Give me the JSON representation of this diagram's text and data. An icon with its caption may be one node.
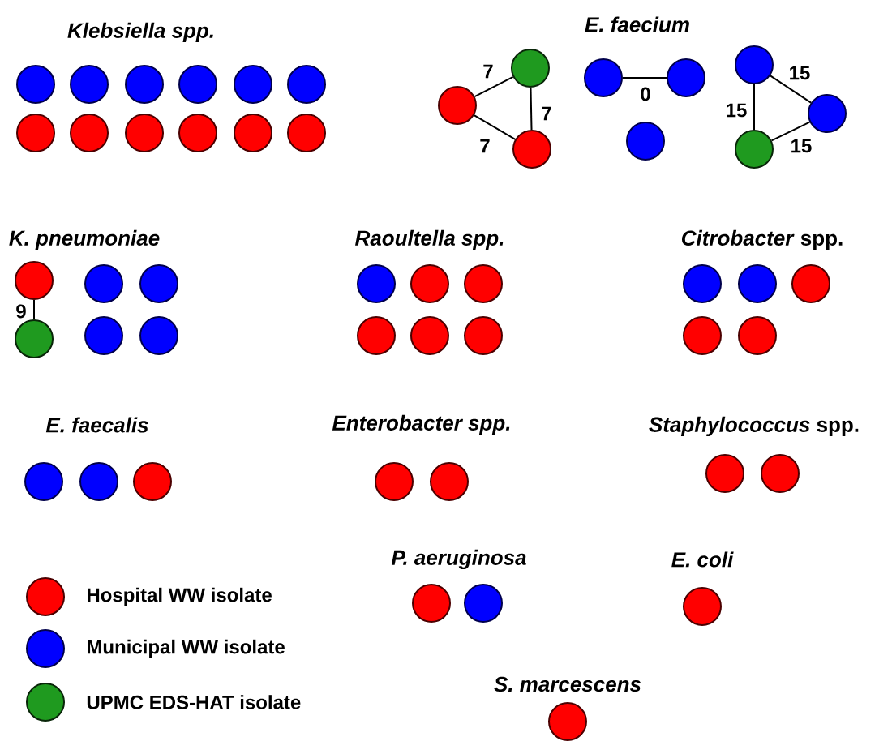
{
  "diagram": {
    "nodes": [
      {
        "text": [],
        "shape": "circle"
      },
      {
        "text": [],
        "shape": "circle"
      },
      {
        "text": [],
        "shape": "circle"
      },
      {
        "text": [],
        "shape": "circle"
      },
      {
        "text": [],
        "shape": "circle"
      },
      {
        "text": [],
        "shape": "circle"
      },
      {
        "text": [],
        "shape": "circle"
      },
      {
        "text": [],
        "shape": "circle"
      },
      {
        "text": [],
        "shape": "circle"
      },
      {
        "text": [],
        "shape": "circle"
      },
      {
        "text": [],
        "shape": "circle"
      },
      {
        "text": [],
        "shape": "circle"
      },
      {
        "text": [],
        "shape": "circle"
      },
      {
        "text": [],
        "shape": "circle"
      },
      {
        "text": [],
        "shape": "circle"
      },
      {
        "text": [],
        "shape": "circle"
      },
      {
        "text": [],
        "shape": "circle"
      },
      {
        "text": [],
        "shape": "circle"
      },
      {
        "text": [],
        "shape": "circle"
      },
      {
        "text": [],
        "shape": "circle"
      },
      {
        "text": [],
        "shape": "circle"
      },
      {
        "text": [],
        "shape": "circle"
      },
      {
        "text": [],
        "shape": "circle"
      },
      {
        "text": [],
        "shape": "circle"
      },
      {
        "text": [],
        "shape": "circle"
      },
      {
        "text": [],
        "shape": "circle"
      },
      {
        "text": [],
        "shape": "circle"
      },
      {
        "text": [],
        "shape": "circle"
      },
      {
        "text": [],
        "shape": "circle"
      },
      {
        "text": [],
        "shape": "circle"
      },
      {
        "text": [],
        "shape": "circle"
      },
      {
        "text": [],
        "shape": "circle"
      },
      {
        "text": [],
        "shape": "circle"
      },
      {
        "text": [],
        "shape": "circle"
      },
      {
        "text": [],
        "shape": "circle"
      },
      {
        "text": [],
        "shape": "circle"
      },
      {
        "text": [],
        "shape": "circle"
      },
      {
        "text": [],
        "shape": "circle"
      },
      {
        "text": [],
        "shape": "circle"
      },
      {
        "text": [],
        "shape": "circle"
      },
      {
        "text": [],
        "shape": "circle"
      },
      {
        "text": [],
        "shape": "circle"
      },
      {
        "text": [],
        "shape": "circle"
      },
      {
        "text": [],
        "shape": "circle"
      },
      {
        "text": [],
        "shape": "circle"
      },
      {
        "text": [],
        "shape": "circle"
      },
      {
        "text": [],
        "shape": "circle"
      },
      {
        "text": [],
        "shape": "circle"
      },
      {
        "text": [],
        "shape": "circle"
      }
    ],
    "edges": [
      {
        "from": 12,
        "to": 13,
        "arrow": "none",
        "label": "7"
      },
      {
        "from": 13,
        "to": 14,
        "arrow": "none",
        "label": "7"
      },
      {
        "from": 12,
        "to": 14,
        "arrow": "none",
        "label": "7"
      },
      {
        "from": 15,
        "to": 16,
        "arrow": "none",
        "label": "0"
      },
      {
        "from": 18,
        "to": 19,
        "arrow": "none",
        "label": "15"
      },
      {
        "from": 18,
        "to": 20,
        "arrow": "none",
        "label": "15"
      },
      {
        "from": 20,
        "to": 19,
        "arrow": "none",
        "label": "15"
      },
      {
        "from": 21,
        "to": 24,
        "arrow": "none",
        "label": "9"
      }
    ],
    "labels": [
      "Klebsiella spp.",
      "E. faecium",
      "K. pneumoniae",
      "Raoultella spp.",
      "*Citrobacter* spp.",
      "E. faecalis",
      "Enterobacter spp.",
      "*Staphylococcus* spp.",
      "P. aeruginosa",
      "E. coli",
      "S. marcescens"
    ],
    "legend": [
      {
        "text": "Hospital WW isolate",
        "color": "#ff0000"
      },
      {
        "text": "Municipal WW isolate",
        "color": "#0000ff"
      },
      {
        "text": "UPMC EDS-HAT isolate",
        "color": "#1f9a1f"
      }
    ]
  }
}
